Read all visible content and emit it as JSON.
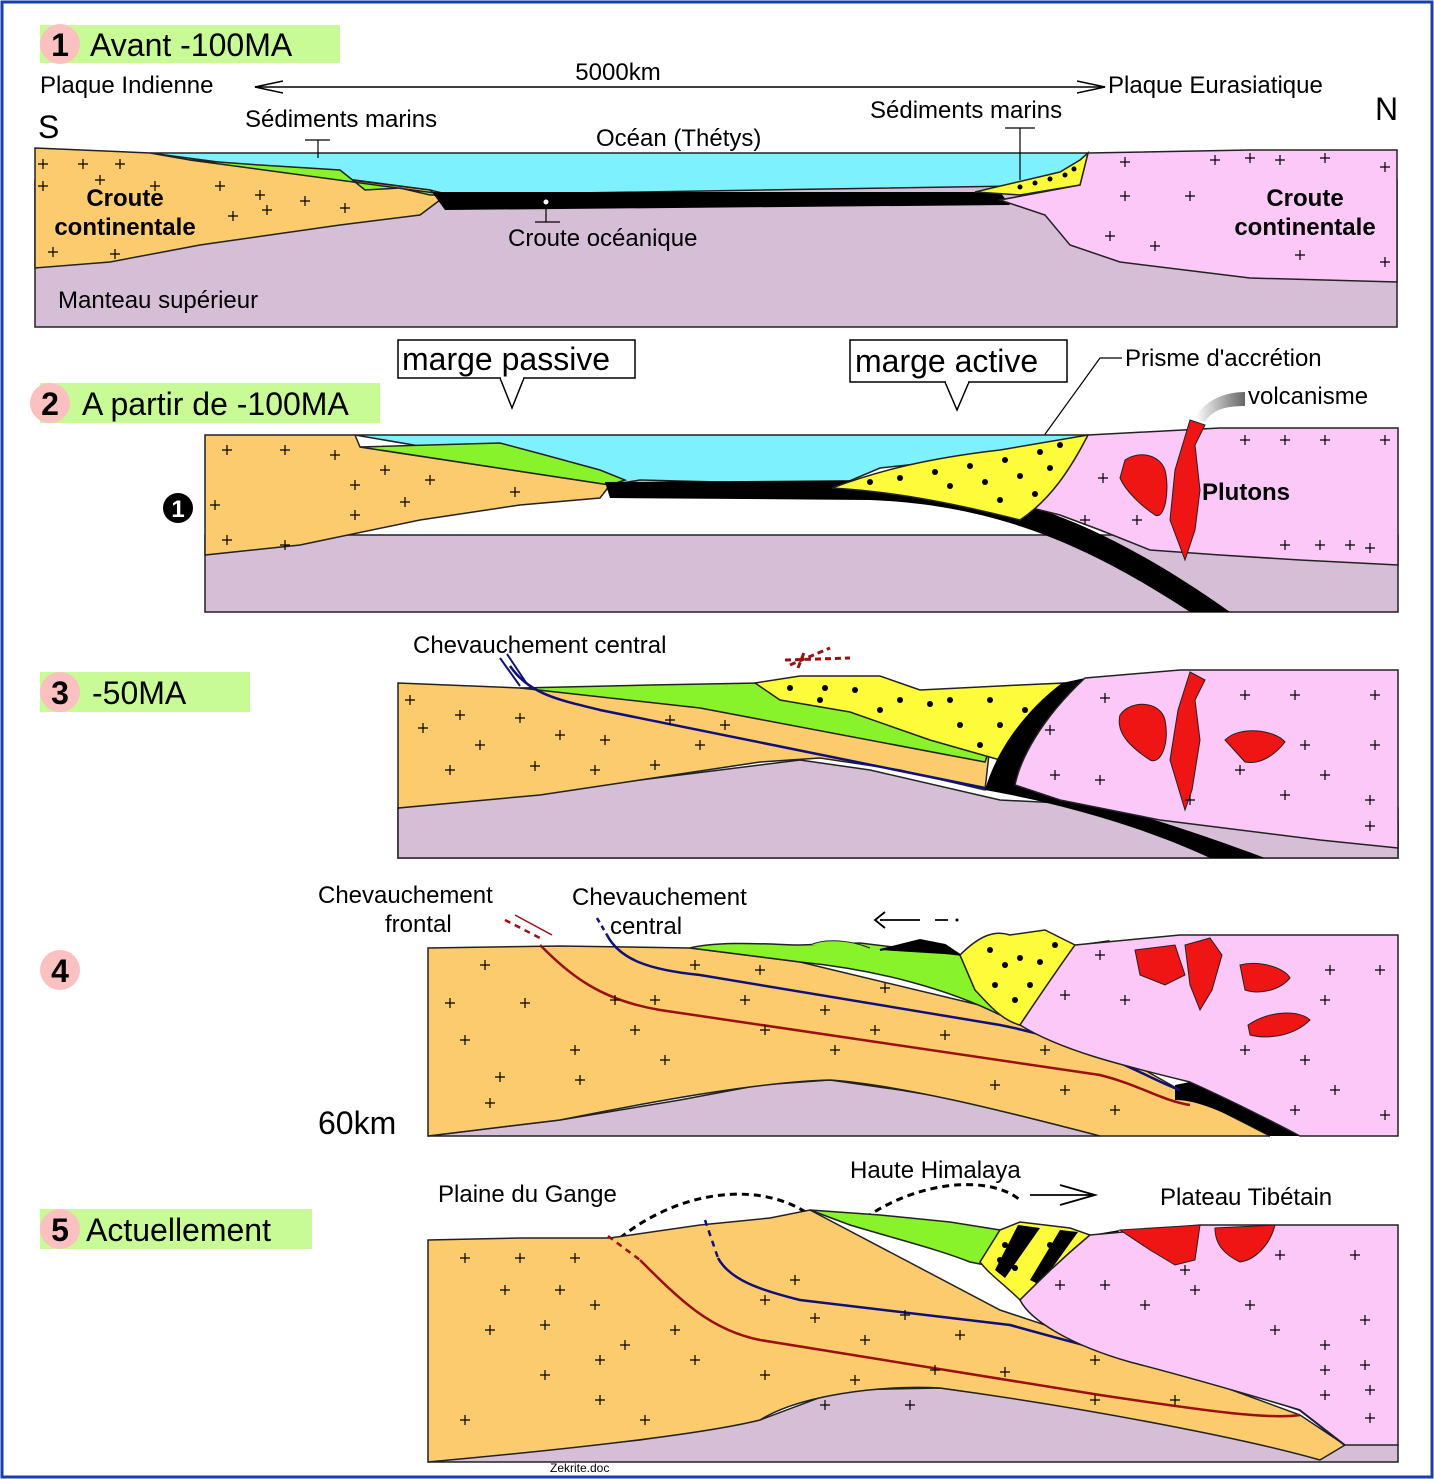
{
  "colors": {
    "frame": "#1a3faa",
    "continental_indian": "#fccb6e",
    "continental_eurasian": "#fbc8f8",
    "mantle": "#d5bed6",
    "ocean": "#7df1fd",
    "marine_sediments": "#88f22a",
    "accretion_prism": "#fdfb3a",
    "plutons": "#ef1515",
    "stage_label_bg": "#c8fb96",
    "stage_badge": "#fbc0c0",
    "frontal_thrust": "#9a1010",
    "central_thrust": "#10107a"
  },
  "stages": [
    {
      "number": "1",
      "label": "Avant -100MA"
    },
    {
      "number": "2",
      "label": "A partir de -100MA"
    },
    {
      "number": "3",
      "label": "-50MA"
    },
    {
      "number": "4",
      "label": ""
    },
    {
      "number": "5",
      "label": "Actuellement"
    }
  ],
  "s1": {
    "plate_left": "Plaque Indienne",
    "plate_right": "Plaque Eurasiatique",
    "distance": "5000km",
    "south": "S",
    "north": "N",
    "sed_left": "Sédiments marins",
    "sed_right": "Sédiments marins",
    "ocean": "Océan (Thétys)",
    "oceanic_crust": "Croute océanique",
    "cc_left_1": "Croute",
    "cc_left_2": "continentale",
    "cc_right_1": "Croute",
    "cc_right_2": "continentale",
    "mantle": "Manteau supérieur"
  },
  "s2": {
    "passive": "marge passive",
    "active": "marge active",
    "prism": "Prisme d'accrétion",
    "volcanism": "volcanisme",
    "plutons": "Plutons",
    "marker": "1"
  },
  "s3": {
    "thrust": "Chevauchement central"
  },
  "s4": {
    "frontal_1": "Chevauchement",
    "frontal_2": "frontal",
    "central_1": "Chevauchement",
    "central_2": "central",
    "depth": "60km"
  },
  "s5": {
    "gange": "Plaine du Gange",
    "himalaya": "Haute Himalaya",
    "tibet": "Plateau Tibétain",
    "credit": "Zekrite.doc"
  }
}
